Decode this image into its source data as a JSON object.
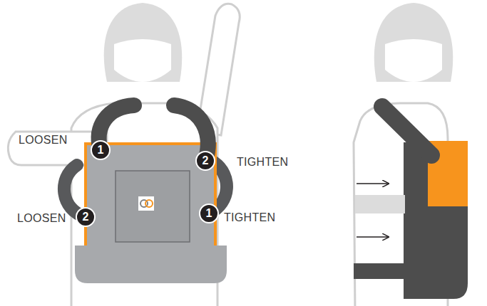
{
  "diagram": {
    "nodes": [
      {
        "text": [
          "1"
        ]
      },
      {
        "text": [
          "2"
        ]
      },
      {
        "text": [
          "2"
        ]
      },
      {
        "text": [
          "1"
        ]
      }
    ],
    "labels": [
      "LOOSEN",
      "TIGHTEN",
      "LOOSEN",
      "TIGHTEN"
    ]
  }
}
